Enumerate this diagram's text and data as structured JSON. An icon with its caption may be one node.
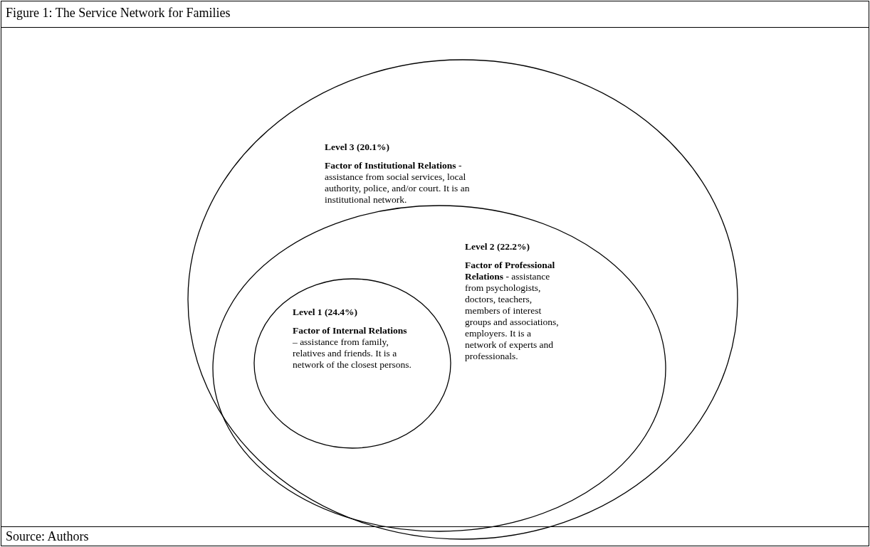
{
  "diagram": {
    "title": "Figure 1: The Service Network for Families",
    "caption": "Source: Authors",
    "nodes": [
      {
        "text": [
          "Level 3 (20.1%)",
          "**Factor of Institutional Relations** - assistance from social services, local authority, police, and/or court. It is an institutional network."
        ]
      },
      {
        "text": [
          "Level 2 (22.2%)",
          "**Factor of Professional Relations** - assistance from psychologists, doctors, teachers, members of interest groups and associations, employers. It is a network of experts and professionals."
        ],
        "in": 0
      },
      {
        "text": [
          "Level 1 (24.4%)",
          "**Factor of Internal Relations** – assistance from family, relatives and friends. It is a network of the closest persons."
        ],
        "in": 1
      }
    ]
  }
}
